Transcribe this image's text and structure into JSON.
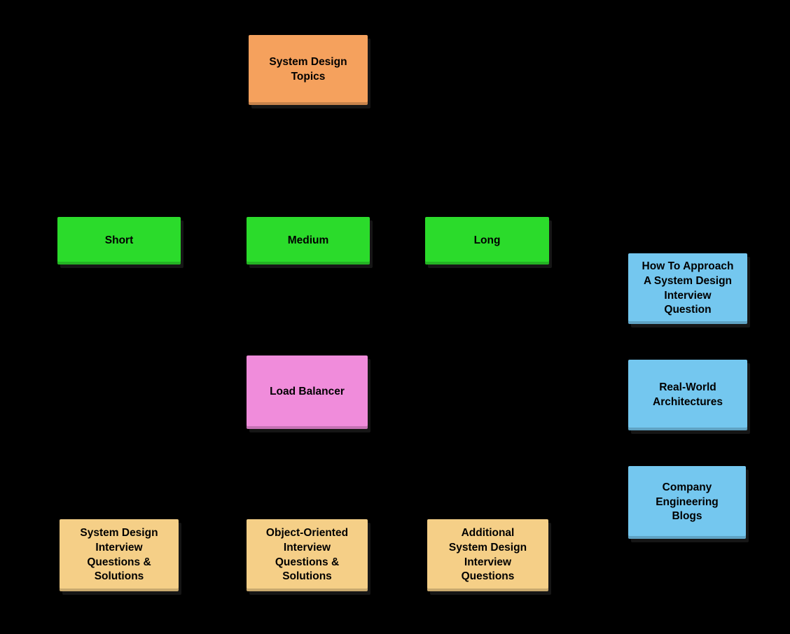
{
  "diagram": {
    "description": "System Design Topics mind map on black background",
    "colors": {
      "background": "#000000",
      "root": "#F5A15D",
      "duration": "#2BDB2B",
      "component": "#F08CDB",
      "resource": "#74C7EF",
      "questions": "#F5CF87",
      "text": "#000000"
    }
  },
  "nodes": {
    "root": {
      "label": "System Design\nTopics"
    },
    "short": {
      "label": "Short"
    },
    "medium": {
      "label": "Medium"
    },
    "long": {
      "label": "Long"
    },
    "loadbal": {
      "label": "Load Balancer"
    },
    "howto": {
      "label": "How To Approach\nA System Design\nInterview\nQuestion"
    },
    "realworld": {
      "label": "Real-World\nArchitectures"
    },
    "blogs": {
      "label": "Company\nEngineering\nBlogs"
    },
    "sdiq": {
      "label": "System Design\nInterview\nQuestions &\nSolutions"
    },
    "ooq": {
      "label": "Object-Oriented\nInterview\nQuestions &\nSolutions"
    },
    "addq": {
      "label": "Additional\nSystem Design\nInterview\nQuestions"
    }
  }
}
